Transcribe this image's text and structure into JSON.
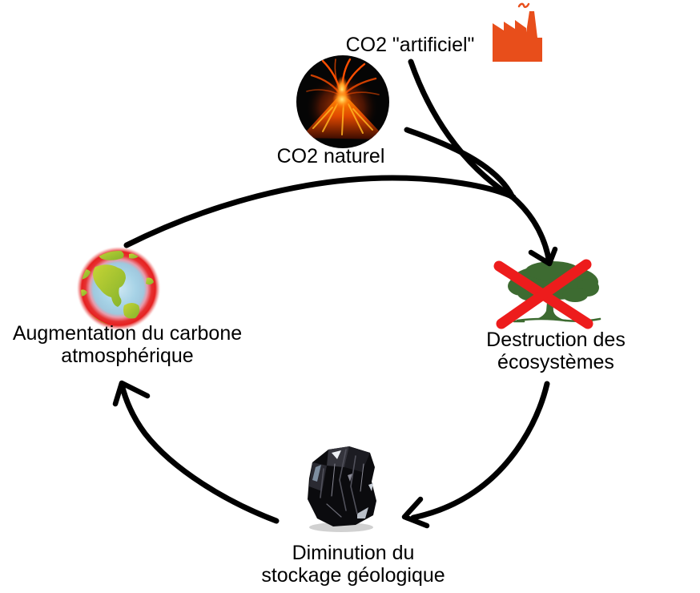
{
  "diagram": {
    "type": "cycle-diagram",
    "background": "#ffffff",
    "nodes": {
      "co2_artificiel": {
        "label": "CO2 \"artificiel\"",
        "icon": "factory-icon"
      },
      "co2_naturel": {
        "label": "CO2 naturel",
        "icon": "volcano-photo"
      },
      "atmosphere": {
        "label_line1": "Augmentation du carbone",
        "label_line2": "atmosphérique",
        "icon": "glowing-earth-icon"
      },
      "ecosystems": {
        "label_line1": "Destruction des",
        "label_line2": "écosystèmes",
        "icon": "tree-with-red-cross-icon"
      },
      "storage": {
        "label_line1": "Diminution du",
        "label_line2": "stockage géologique",
        "icon": "coal-rock-photo"
      }
    },
    "edges": [
      {
        "from": "co2_artificiel",
        "to": "ecosystems"
      },
      {
        "from": "co2_naturel",
        "to": "ecosystems"
      },
      {
        "from": "atmosphere",
        "to": "ecosystems"
      },
      {
        "from": "ecosystems",
        "to": "storage"
      },
      {
        "from": "storage",
        "to": "atmosphere"
      }
    ],
    "colors": {
      "arrow": "#000000",
      "cross_red": "#ed1c1c",
      "tree_green": "#3d6b31",
      "factory_orange": "#e84e1b",
      "text": "#000000"
    }
  }
}
